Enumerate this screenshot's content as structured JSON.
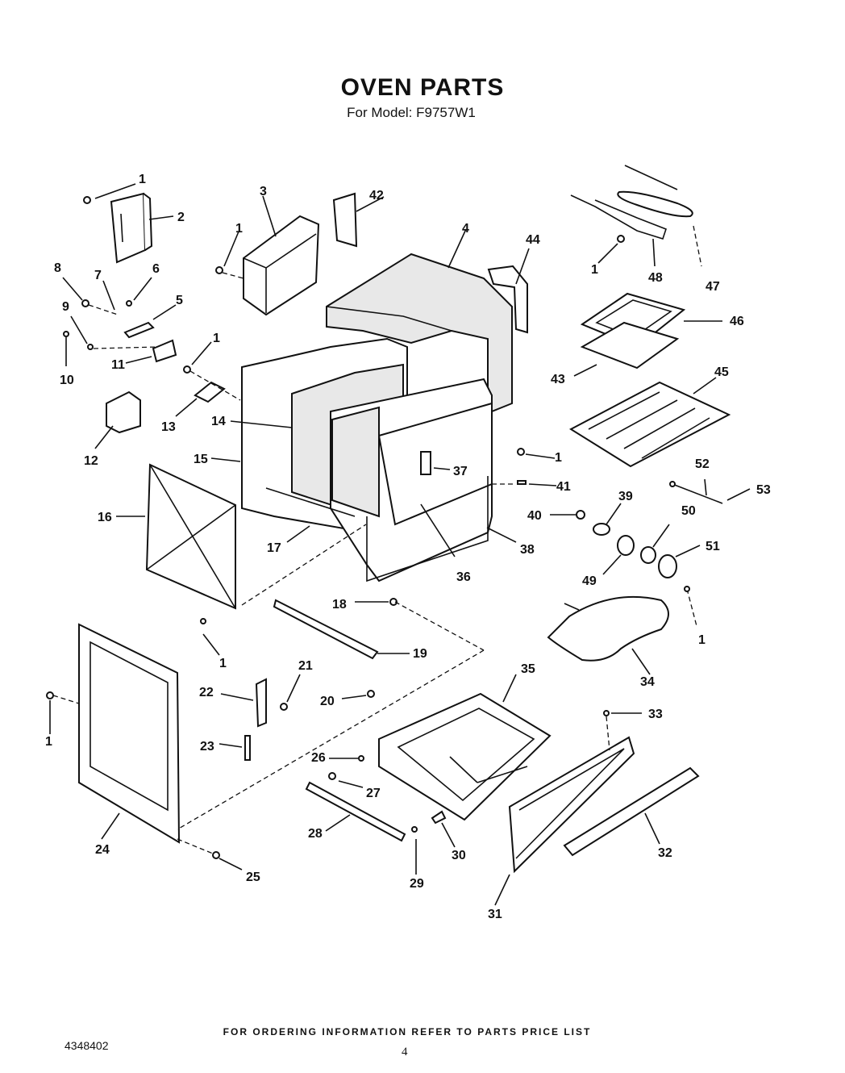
{
  "header": {
    "title": "OVEN PARTS",
    "subtitle": "For Model: F9757W1"
  },
  "labels": [
    "1",
    "2",
    "3",
    "42",
    "4",
    "44",
    "1",
    "48",
    "47",
    "1",
    "8",
    "7",
    "6",
    "5",
    "9",
    "10",
    "11",
    "46",
    "1",
    "13",
    "14",
    "43",
    "45",
    "12",
    "15",
    "1",
    "37",
    "41",
    "16",
    "52",
    "53",
    "39",
    "40",
    "17",
    "50",
    "38",
    "36",
    "51",
    "49",
    "18",
    "1",
    "19",
    "1",
    "34",
    "21",
    "22",
    "20",
    "35",
    "33",
    "1",
    "23",
    "26",
    "27",
    "28",
    "30",
    "24",
    "32",
    "25",
    "29",
    "31"
  ],
  "footer": {
    "note": "FOR ORDERING INFORMATION REFER TO PARTS PRICE LIST",
    "doc_number": "4348402",
    "page": "4"
  }
}
